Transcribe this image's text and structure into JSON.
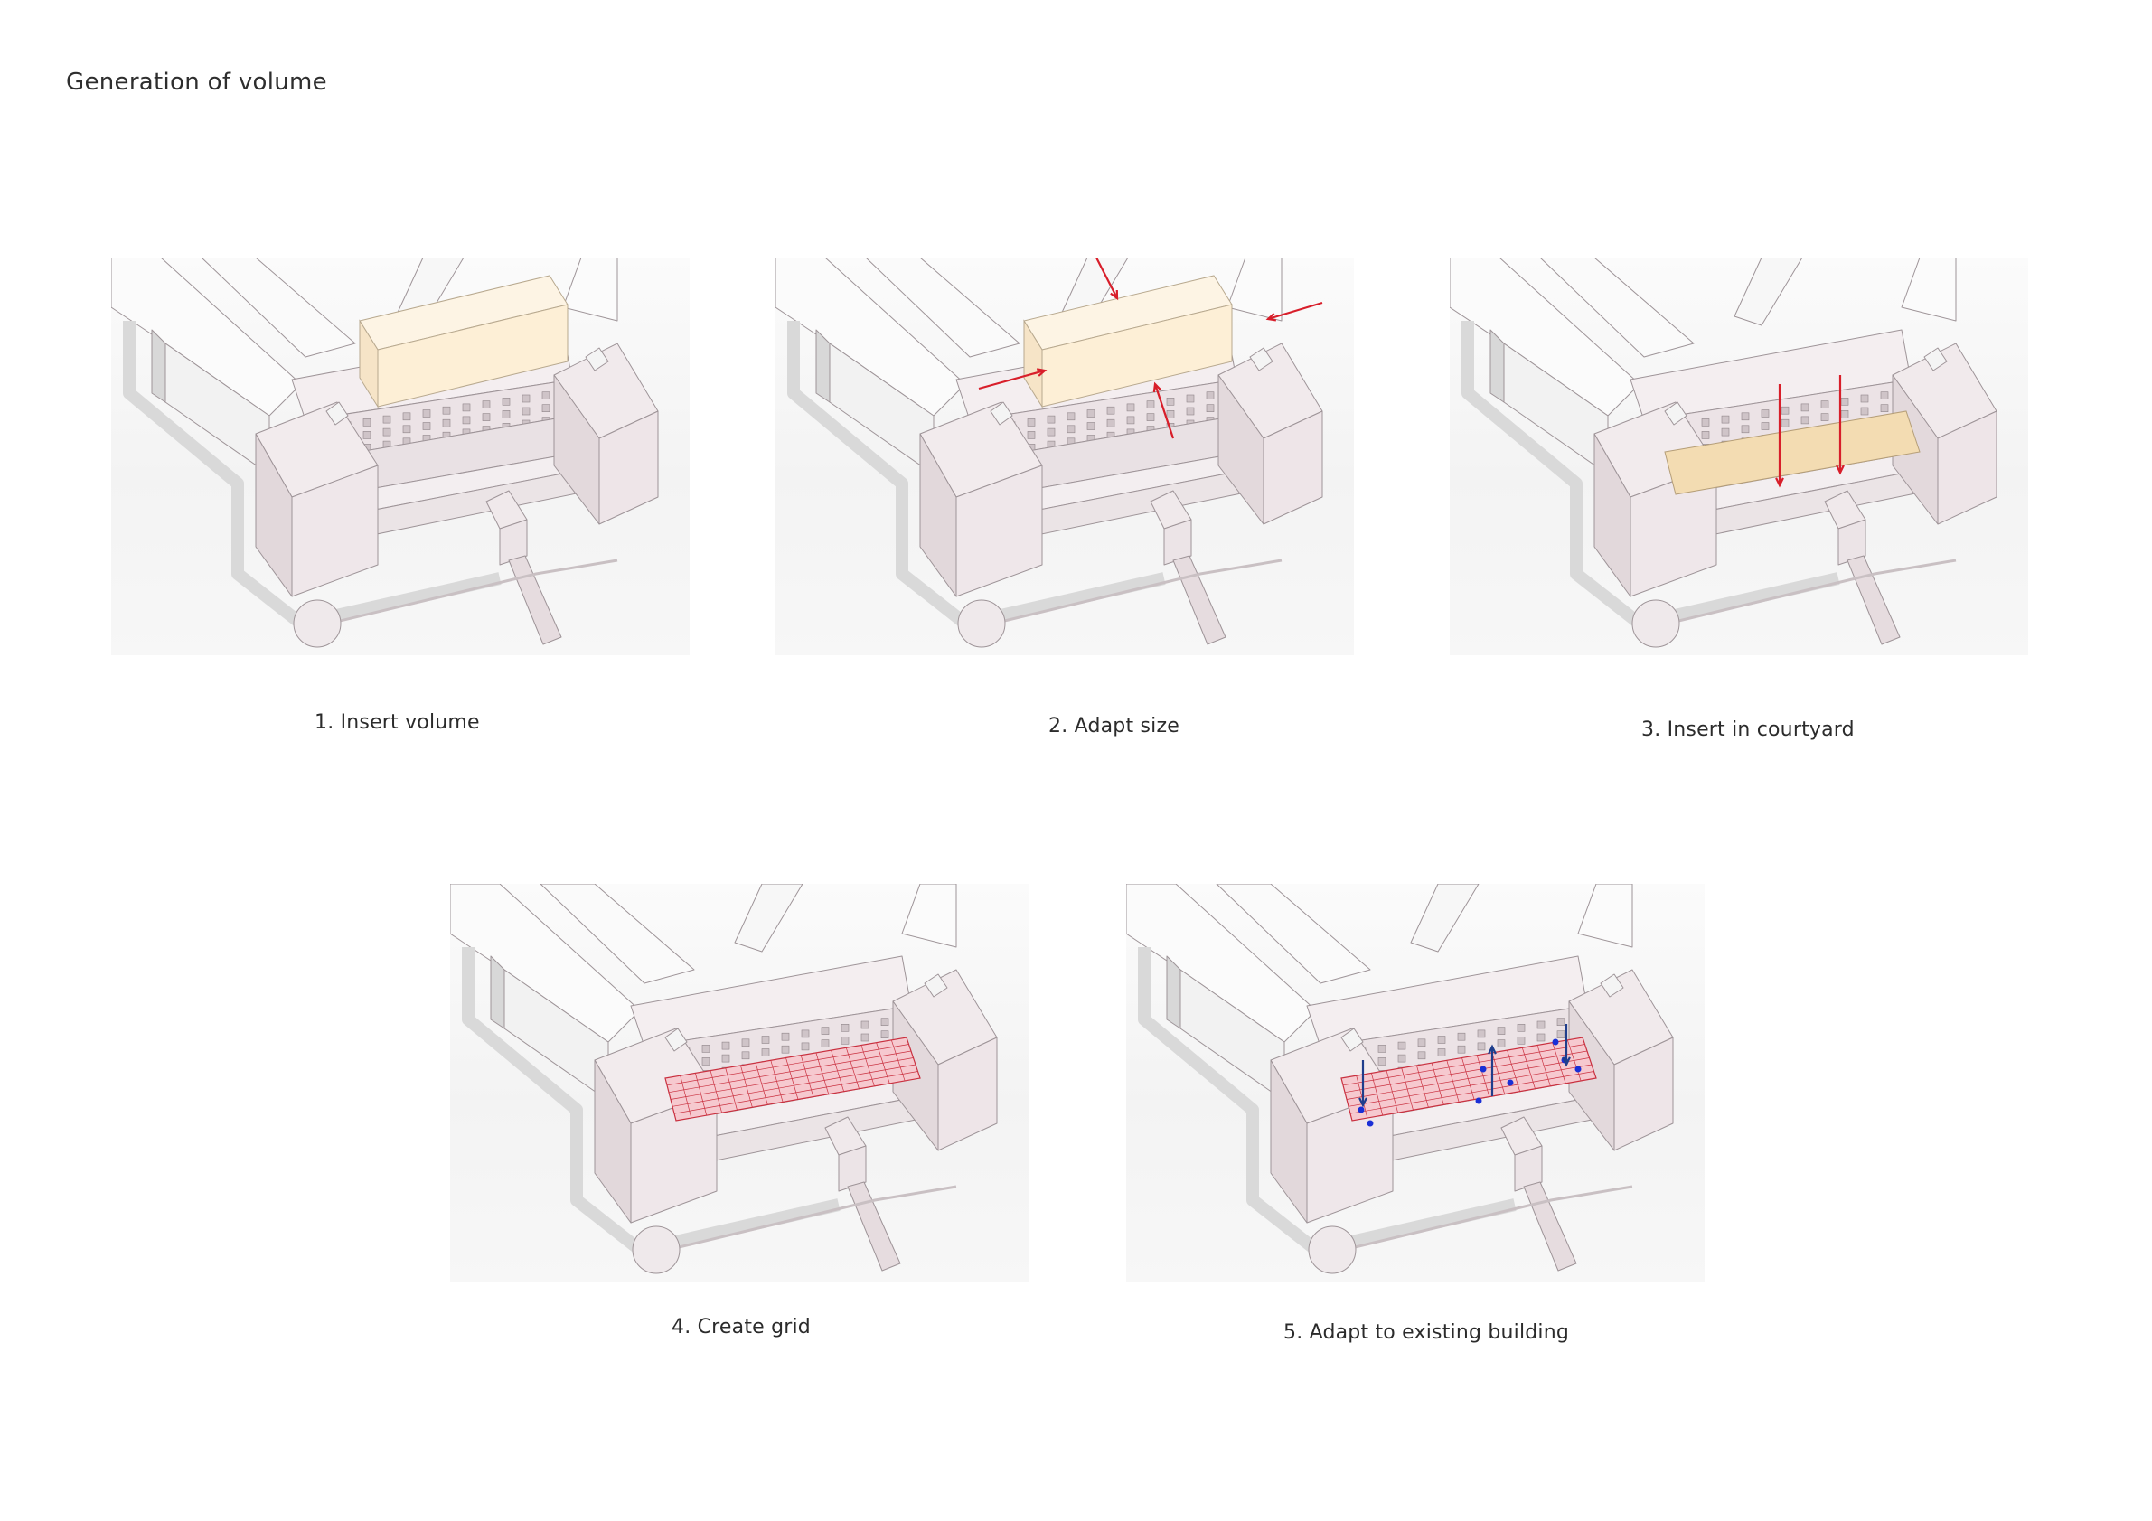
{
  "title": "Generation of volume",
  "colors": {
    "volume": "#fdefd6",
    "courtyard_fill": "#f3dcb2",
    "grid_fill": "#f6c9cf",
    "grid_line": "#c9303f",
    "red_arrow": "#d81e2a",
    "blue_arrow": "#1f3e8c",
    "blue_point": "#1a2fd6",
    "building": "#efe8ea"
  },
  "steps": [
    {
      "label": "1. Insert volume"
    },
    {
      "label": "2. Adapt size"
    },
    {
      "label": "3. Insert in courtyard"
    },
    {
      "label": "4. Create grid"
    },
    {
      "label": "5. Adapt to existing building"
    }
  ]
}
